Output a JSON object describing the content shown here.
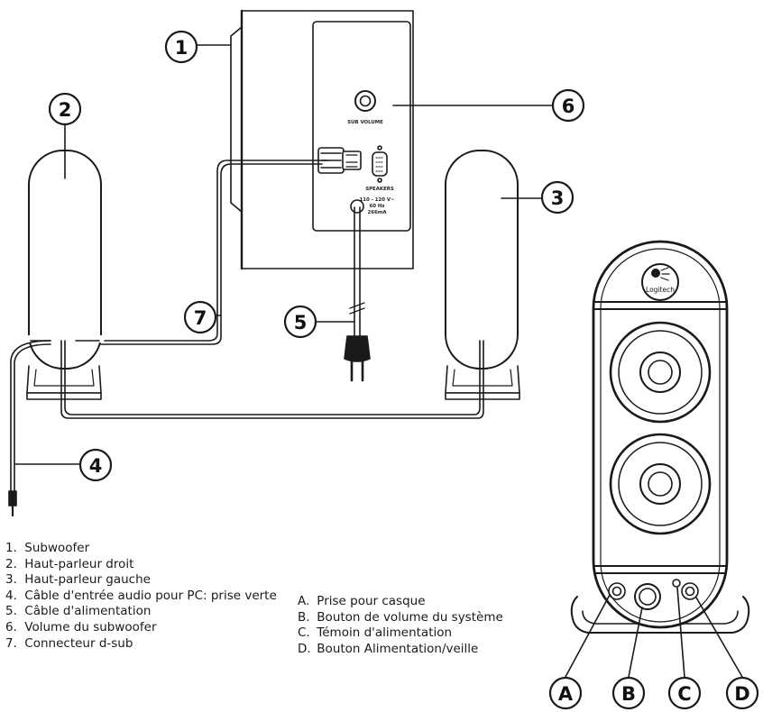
{
  "callouts": {
    "n1": "1",
    "n2": "2",
    "n3": "3",
    "n4": "4",
    "n5": "5",
    "n6": "6",
    "n7": "7",
    "a": "A",
    "b": "B",
    "c": "C",
    "d": "D"
  },
  "panel": {
    "sub_volume": "SUB VOLUME",
    "speakers": "SPEAKERS",
    "power_rating": [
      "110 - 120 V~",
      "60 Hz",
      "266mA"
    ]
  },
  "brand": "Logitech",
  "legend_numbers": [
    {
      "key": "1.",
      "label": "Subwoofer"
    },
    {
      "key": "2.",
      "label": "Haut-parleur droit"
    },
    {
      "key": "3.",
      "label": "Haut-parleur gauche"
    },
    {
      "key": "4.",
      "label": "Câble d'entrée audio pour PC: prise verte"
    },
    {
      "key": "5.",
      "label": "Câble d'alimentation"
    },
    {
      "key": "6.",
      "label": "Volume du subwoofer"
    },
    {
      "key": "7.",
      "label": "Connecteur d-sub"
    }
  ],
  "legend_letters": [
    {
      "key": "A.",
      "label": "Prise pour casque"
    },
    {
      "key": "B.",
      "label": "Bouton de volume du système"
    },
    {
      "key": "C.",
      "label": "Témoin d'alimentation"
    },
    {
      "key": "D.",
      "label": "Bouton Alimentation/veille"
    }
  ]
}
